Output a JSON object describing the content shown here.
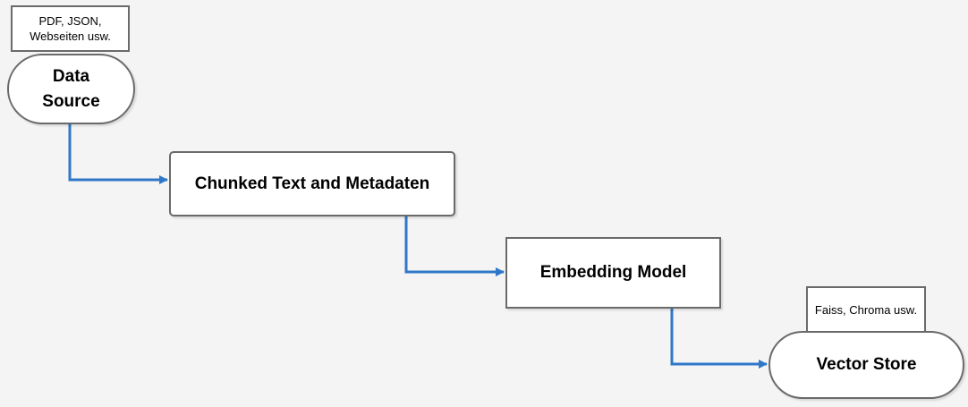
{
  "diagram": {
    "data_source_note": "PDF, JSON, Webseiten usw.",
    "data_source": "Data Source",
    "chunked_text": "Chunked Text and Metadaten",
    "embedding_model": "Embedding Model",
    "vector_store_note": "Faiss, Chroma usw.",
    "vector_store": "Vector Store"
  },
  "colors": {
    "background": "#f4f4f4",
    "node_border": "#6a6a6a",
    "connector": "#2f77c8"
  }
}
